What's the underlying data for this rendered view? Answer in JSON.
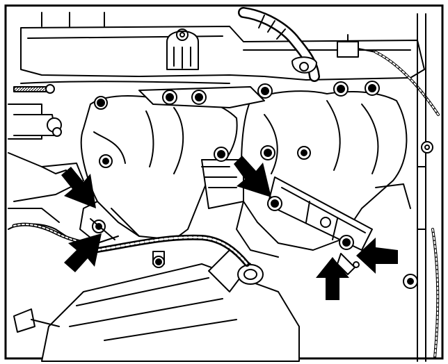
{
  "figure": {
    "kind": "technical line illustration",
    "line_color": "#000000",
    "fill_color": "#ffffff",
    "arrow_color": "#000000"
  },
  "callouts": [
    {
      "id": "arrow-1",
      "icon": "arrow-down-right"
    },
    {
      "id": "arrow-2",
      "icon": "arrow-up-right"
    },
    {
      "id": "arrow-3",
      "icon": "arrow-down-right"
    },
    {
      "id": "arrow-4",
      "icon": "arrow-up"
    },
    {
      "id": "arrow-5",
      "icon": "arrow-left"
    }
  ]
}
